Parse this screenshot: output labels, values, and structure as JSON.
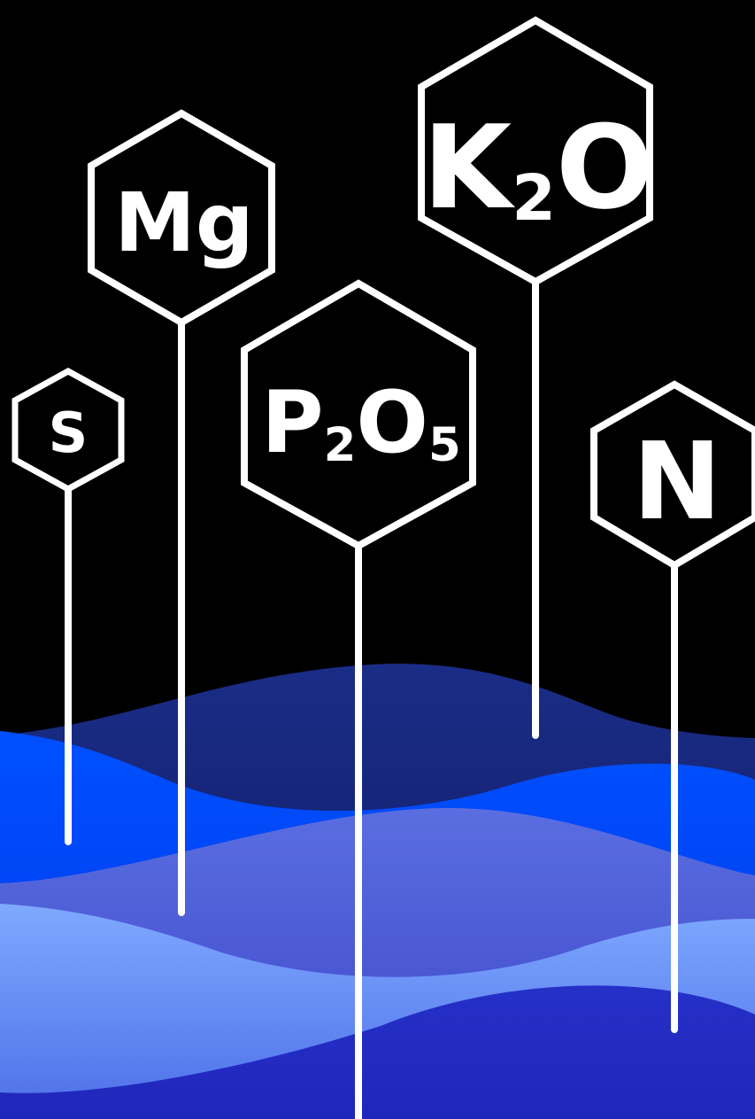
{
  "background_color": "#000000",
  "line_color": "#ffffff",
  "wave_colors": [
    "#17267a",
    "#0046ff",
    "#5666dc",
    "#7aa5ff",
    "#2229c4"
  ],
  "nutrients": [
    {
      "id": "mg",
      "base": "Mg",
      "sub": ""
    },
    {
      "id": "k2o",
      "base": "K",
      "sub": "2",
      "tail": "O",
      "tail_sub": ""
    },
    {
      "id": "s",
      "base": "S",
      "sub": ""
    },
    {
      "id": "p2o5",
      "base": "P",
      "sub": "2",
      "tail": "O",
      "tail_sub": "5"
    },
    {
      "id": "n",
      "base": "N",
      "sub": ""
    }
  ]
}
